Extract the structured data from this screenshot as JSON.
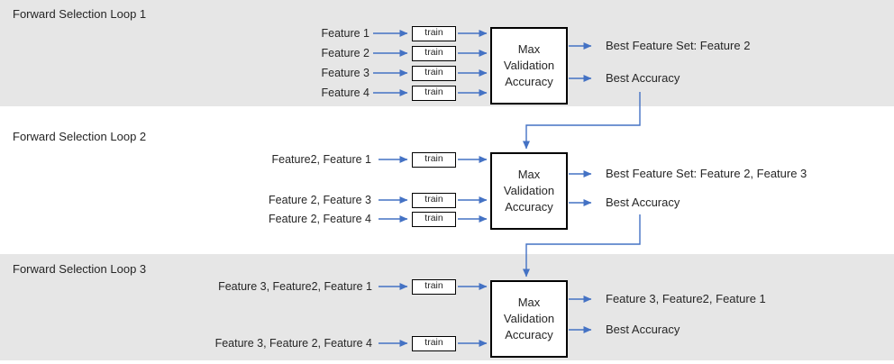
{
  "colors": {
    "arrow": "#4472C4",
    "band": "#E6E6E6",
    "box_border": "#000000",
    "text": "#262626"
  },
  "train_label": "train",
  "loops": [
    {
      "title": "Forward Selection Loop 1",
      "inputs": [
        "Feature 1",
        "Feature 2",
        "Feature 3",
        "Feature 4"
      ],
      "box": {
        "lines": [
          "Max",
          "Validation",
          "Accuracy"
        ]
      },
      "outputs": [
        "Best Feature Set: Feature 2",
        "Best Accuracy"
      ]
    },
    {
      "title": "Forward Selection Loop 2",
      "inputs": [
        "Feature2, Feature 1",
        "Feature 2, Feature 3",
        "Feature 2, Feature 4"
      ],
      "box": {
        "lines": [
          "Max",
          "Validation",
          "Accuracy"
        ]
      },
      "outputs": [
        "Best Feature Set: Feature 2, Feature 3",
        "Best Accuracy"
      ]
    },
    {
      "title": "Forward Selection Loop 3",
      "inputs": [
        "Feature 3, Feature2, Feature 1",
        "Feature 3, Feature 2, Feature 4"
      ],
      "box": {
        "lines": [
          "Max",
          "Validation",
          "Accuracy"
        ]
      },
      "outputs": [
        "Feature 3, Feature2, Feature 1",
        "Best Accuracy"
      ]
    }
  ]
}
